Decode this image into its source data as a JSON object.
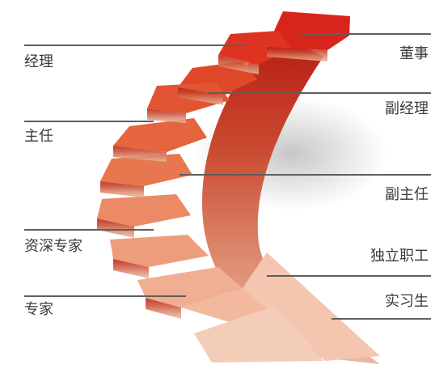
{
  "diagram": {
    "levels_left": [
      "经理",
      "主任",
      "资深专家",
      "专家"
    ],
    "levels_right": [
      "董事",
      "副经理",
      "副主任",
      "独立职工",
      "实习生"
    ],
    "colors": {
      "top": "#dd2a20",
      "bottom": "#f3c9b3",
      "line": "#5e5e5e",
      "text": "#3a3a3a"
    }
  }
}
